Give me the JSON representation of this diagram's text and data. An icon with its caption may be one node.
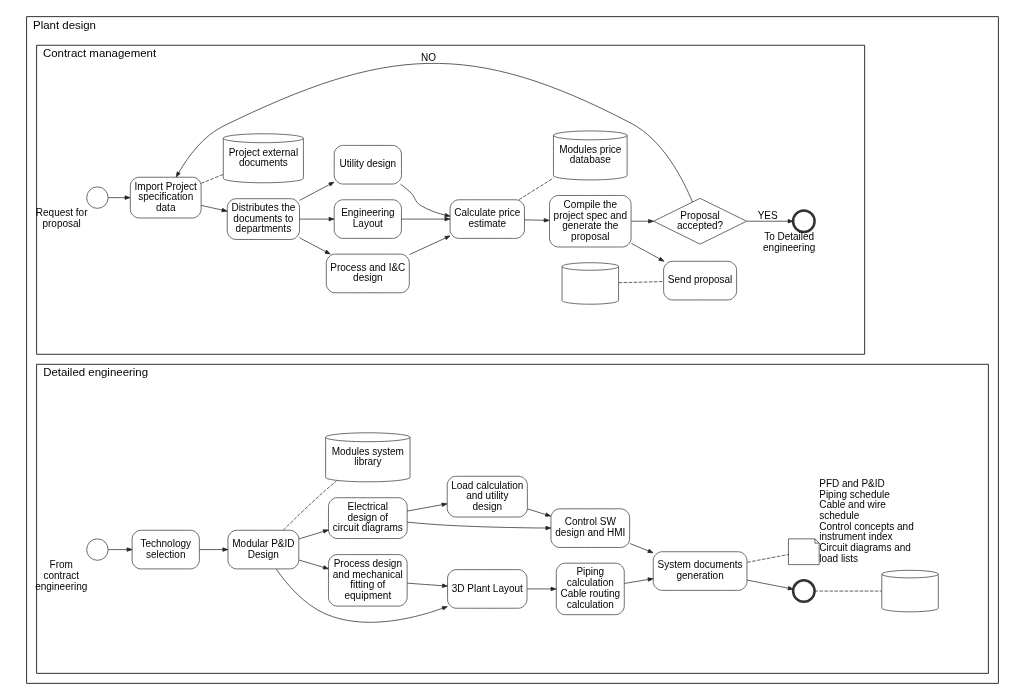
{
  "diagram": {
    "nodes": [
      {
        "text": [
          "Plant design"
        ]
      },
      {
        "text": [
          "Contract management"
        ],
        "in": 0
      },
      {
        "text": [],
        "shape": "circle",
        "beside": [
          "Request for proposal"
        ],
        "in": 1
      },
      {
        "text": [
          "Import Project specification data"
        ],
        "in": 1
      },
      {
        "text": [
          "Distributes the documents to departments"
        ],
        "in": 1
      },
      {
        "text": [
          "Process and I&C design"
        ],
        "in": 1
      },
      {
        "text": [
          "Engineering Layout"
        ],
        "in": 1
      },
      {
        "text": [
          "Utility design"
        ],
        "in": 1
      },
      {
        "text": [
          "Calculate price estimate"
        ],
        "in": 1
      },
      {
        "text": [
          "Compile the project spec and generate the proposal"
        ],
        "in": 1
      },
      {
        "text": [],
        "shape": "cylinder",
        "in": 1
      },
      {
        "text": [
          "Send proposal"
        ],
        "in": 1
      },
      {
        "text": [
          "Proposal accepted?"
        ],
        "in": 1
      },
      {
        "text": [],
        "shape": "circle",
        "beside": [
          "To Detailed engineering"
        ],
        "in": 1
      },
      {
        "text": [
          "Project external documents"
        ],
        "in": 1
      },
      {
        "text": [
          "Modules price database"
        ],
        "in": 1
      },
      {
        "text": [
          "Detailed engineering"
        ],
        "in": 0
      },
      {
        "text": [],
        "shape": "circle",
        "beside": [
          "From contract engineering"
        ],
        "in": 16
      },
      {
        "text": [
          "Technology selection"
        ],
        "in": 16
      },
      {
        "text": [
          "Modular P&ID Design"
        ],
        "in": 16
      },
      {
        "text": [
          "3D Plant Layout"
        ],
        "in": 16
      },
      {
        "text": [
          "Process design and mechanical fitting of equipment"
        ],
        "in": 16
      },
      {
        "text": [
          "Electrical design of circuit diagrams"
        ],
        "in": 16
      },
      {
        "text": [
          "Piping calculation Cable routing calculation"
        ],
        "in": 16
      },
      {
        "text": [
          "Control SW design and HMI"
        ],
        "in": 16
      },
      {
        "text": [
          "Load calculation and utility design"
        ],
        "in": 16
      },
      {
        "text": [
          "System documents generation"
        ],
        "in": 16
      },
      {
        "text": [],
        "shape": "circle",
        "in": 16
      },
      {
        "text": [],
        "shape": "document",
        "beside": [
          "PFD and P&ID",
          "Piping schedule",
          "Cable and wire schedule",
          "Control concepts and instrument index",
          "Circuit diagrams and load lists"
        ],
        "in": 16
      },
      {
        "text": [],
        "shape": "cylinder",
        "in": 16
      },
      {
        "text": [
          "Modules system library"
        ],
        "in": 16
      }
    ],
    "edges": [
      {
        "from": 2,
        "to": 3,
        "arrow": "to"
      },
      {
        "from": 3,
        "to": 4,
        "arrow": "to"
      },
      {
        "from": 4,
        "to": 5,
        "arrow": "to"
      },
      {
        "from": 4,
        "to": 6,
        "arrow": "to"
      },
      {
        "from": 4,
        "to": 7,
        "arrow": "to"
      },
      {
        "from": 5,
        "to": 8,
        "arrow": "to"
      },
      {
        "from": 6,
        "to": 8,
        "arrow": "to"
      },
      {
        "from": 7,
        "to": 8,
        "arrow": "to"
      },
      {
        "from": 8,
        "to": 9,
        "arrow": "to"
      },
      {
        "from": 9,
        "to": 11,
        "arrow": "to"
      },
      {
        "from": 9,
        "to": 12,
        "arrow": "to"
      },
      {
        "from": 12,
        "to": 13,
        "arrow": "to",
        "label": "YES"
      },
      {
        "from": 12,
        "to": 3,
        "arrow": "to",
        "label": "NO"
      },
      {
        "from": 3,
        "to": 14,
        "arrow": "none",
        "style": "dashed"
      },
      {
        "from": 8,
        "to": 15,
        "arrow": "none",
        "style": "dashed"
      },
      {
        "from": 10,
        "to": 11,
        "arrow": "none",
        "style": "dashed"
      },
      {
        "from": 17,
        "to": 18,
        "arrow": "to"
      },
      {
        "from": 18,
        "to": 19,
        "arrow": "to"
      },
      {
        "from": 19,
        "to": 20,
        "arrow": "to"
      },
      {
        "from": 19,
        "to": 21,
        "arrow": "to"
      },
      {
        "from": 19,
        "to": 22,
        "arrow": "to"
      },
      {
        "from": 21,
        "to": 20,
        "arrow": "to"
      },
      {
        "from": 20,
        "to": 23,
        "arrow": "to"
      },
      {
        "from": 23,
        "to": 26,
        "arrow": "to"
      },
      {
        "from": 22,
        "to": 24,
        "arrow": "to"
      },
      {
        "from": 22,
        "to": 25,
        "arrow": "to"
      },
      {
        "from": 25,
        "to": 24,
        "arrow": "to"
      },
      {
        "from": 24,
        "to": 26,
        "arrow": "to"
      },
      {
        "from": 26,
        "to": 27,
        "arrow": "to"
      },
      {
        "from": 19,
        "to": 30,
        "arrow": "none",
        "style": "dashed"
      },
      {
        "from": 26,
        "to": 28,
        "arrow": "none",
        "style": "dashed"
      },
      {
        "from": 27,
        "to": 29,
        "arrow": "none",
        "style": "dashed"
      }
    ]
  }
}
